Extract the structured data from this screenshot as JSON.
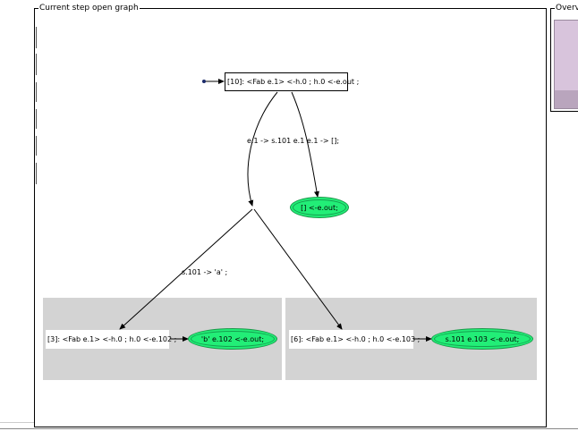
{
  "graph_panel": {
    "title": "Current step open graph"
  },
  "overview_panel": {
    "title": "Overvi"
  },
  "nodes": {
    "root": "[10]: <Fab e.1> <-h.0 ; h.0 <-e.out ;",
    "empty_out": "[] <-e.out;",
    "left_state": "[3]: <Fab e.1> <-h.0 ; h.0 <-e.102 ;",
    "left_result": "'b' e.102  <-e.out;",
    "right_state": "[6]: <Fab e.1> <-h.0 ; h.0 <-e.103 ;",
    "right_result": "s.101 e.103  <-e.out;"
  },
  "edges": {
    "root_branch": "e.1 -> s.101 e.1 e.1 -> [];",
    "left_branch": "s.101 -> 'a' ;"
  },
  "colors": {
    "result_fill": "#22ee77",
    "cluster_fill": "#d3d3d3",
    "overview_fill": "#d8c4dc"
  }
}
